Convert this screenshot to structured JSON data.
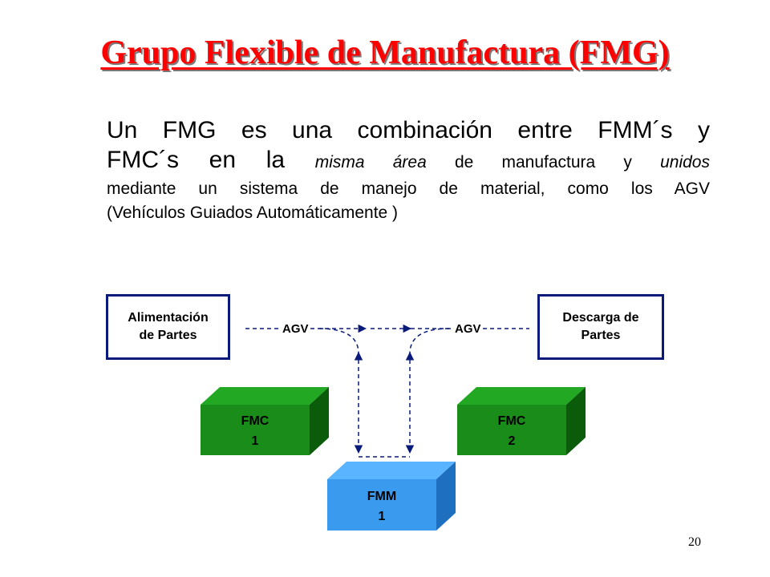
{
  "slide": {
    "title": "Grupo Flexible de Manufactura (FMG)",
    "text": {
      "line1": "Un FMG es una combinación entre FMM´s y",
      "line2_a": "FMC´s en la ",
      "line2_b": "misma área",
      "line2_c": " de manufactura y ",
      "line2_d": "unidos",
      "line3": "mediante un sistema de manejo de material, como los AGV",
      "line4": "(Vehículos Guiados Automáticamente )"
    },
    "page_number": "20"
  },
  "diagram": {
    "feed_box": {
      "line1": "Alimentación",
      "line2": "de Partes"
    },
    "unload_box": {
      "line1": "Descarga de",
      "line2": "Partes"
    },
    "agv_left": "AGV",
    "agv_right": "AGV",
    "fmc1": {
      "line1": "FMC",
      "line2": "1"
    },
    "fmc2": {
      "line1": "FMC",
      "line2": "2"
    },
    "fmm1": {
      "line1": "FMM",
      "line2": "1"
    },
    "colors": {
      "fmc_front": "#1a8c1a",
      "fmc_top": "#22a822",
      "fmc_side": "#0a5c0a",
      "fmm_front": "#3a9aee",
      "fmm_top": "#5ab4ff",
      "fmm_side": "#1f6fc0",
      "path": "#0a1a7a",
      "title": "#ff0000"
    }
  }
}
